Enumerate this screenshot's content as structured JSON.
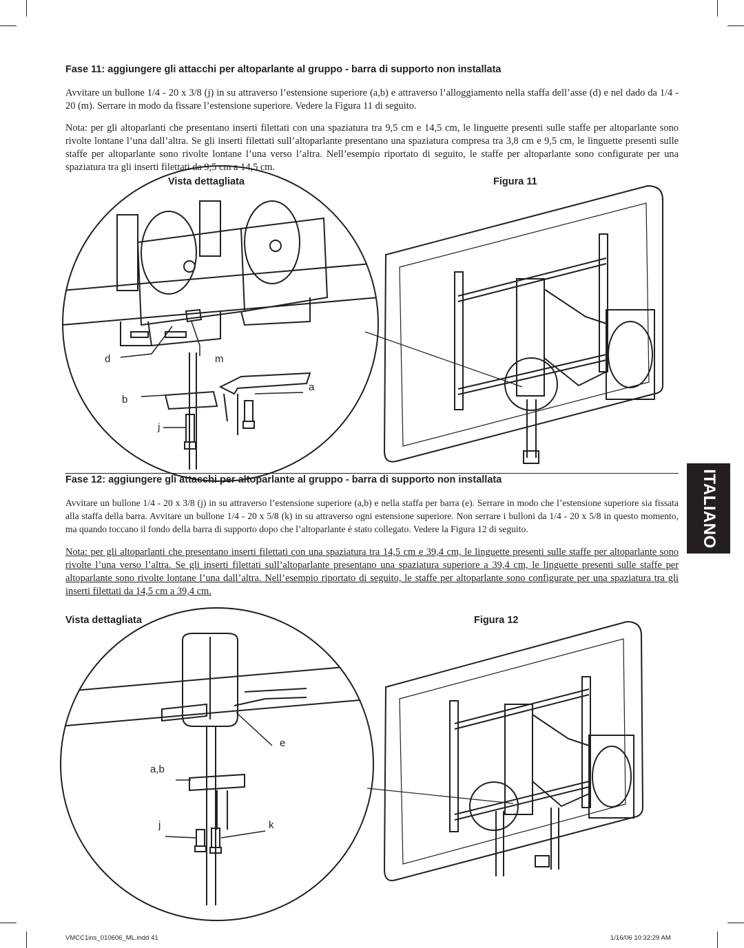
{
  "step11": {
    "heading": "Fase 11: aggiungere gli attacchi per altoparlante al gruppo - barra di supporto non installata",
    "para1": "Avvitare un bullone 1/4 - 20 x 3/8 (j) in su attraverso l’estensione superiore (a,b) e attraverso l’alloggiamento nella staffa dell’asse (d) e nel dado da 1/4 - 20 (m). Serrare in modo da fissare l’estensione superiore. Vedere la Figura 11 di seguito.",
    "note": "Nota: per gli altoparlanti che presentano inserti filettati con una spaziatura tra 9,5 cm e 14,5 cm, le linguette presenti sulle staffe per altoparlante sono rivolte lontane l’una dall’altra. Se gli inserti filettati sull’altoparlante presentano una spaziatura compresa tra 3,8 cm e 9,5 cm, le linguette presenti sulle staffe per altoparlante sono rivolte lontane l’una verso l’altra. Nell’esempio riportato di seguito, le staffe per altoparlante sono configurate per una spaziatura tra gli inserti filettati da 9,5 cm a 14,5 cm.",
    "detail_label": "Vista dettagliata",
    "figure_label": "Figura 11",
    "callouts": {
      "d": "d",
      "m": "m",
      "a": "a",
      "b": "b",
      "j": "j"
    }
  },
  "step12": {
    "heading": "Fase 12: aggiungere gli attacchi per altoparlante al gruppo - barra di supporto non installata",
    "para1": "Avvitare un bullone 1/4 - 20 x 3/8 (j) in su attraverso l’estensione superiore (a,b) e nella staffa per barra (e). Serrare in modo che l’estensione superiore sia fissata alla staffa della barra. Avvitare un bullone 1/4 - 20 x 5/8 (k) in su attraverso ogni estensione superiore. Non serrare i bulloni da 1/4 - 20 x 5/8 in questo momento, ma quando toccano il fondo della barra di supporto dopo che l’altoparlante è stato collegato. Vedere la Figura 12 di seguito.",
    "note": "Nota: per gli altoparlanti che presentano inserti filettati con una spaziatura tra 14,5 cm e 39,4 cm, le linguette presenti sulle staffe per altoparlante sono rivolte l’una verso l’altra. Se gli inserti filettati sull’altoparlante presentano una spaziatura superiore a 39,4 cm, le linguette presenti sulle staffe per altoparlante sono rivolte lontane l’una dall’altra. Nell’esempio riportato di seguito, le staffe per altoparlante sono configurate per una spaziatura tra gli inserti filettati da 14,5 cm a 39,4 cm.",
    "detail_label": "Vista dettagliata",
    "figure_label": "Figura 12",
    "callouts": {
      "e": "e",
      "ab": "a,b",
      "j": "j",
      "k": "k"
    }
  },
  "side_tab": "ITALIANO",
  "footer": {
    "left": "VMCC1ins_010606_ML.indd   41",
    "right": "1/16/06   10:32:29 AM"
  }
}
